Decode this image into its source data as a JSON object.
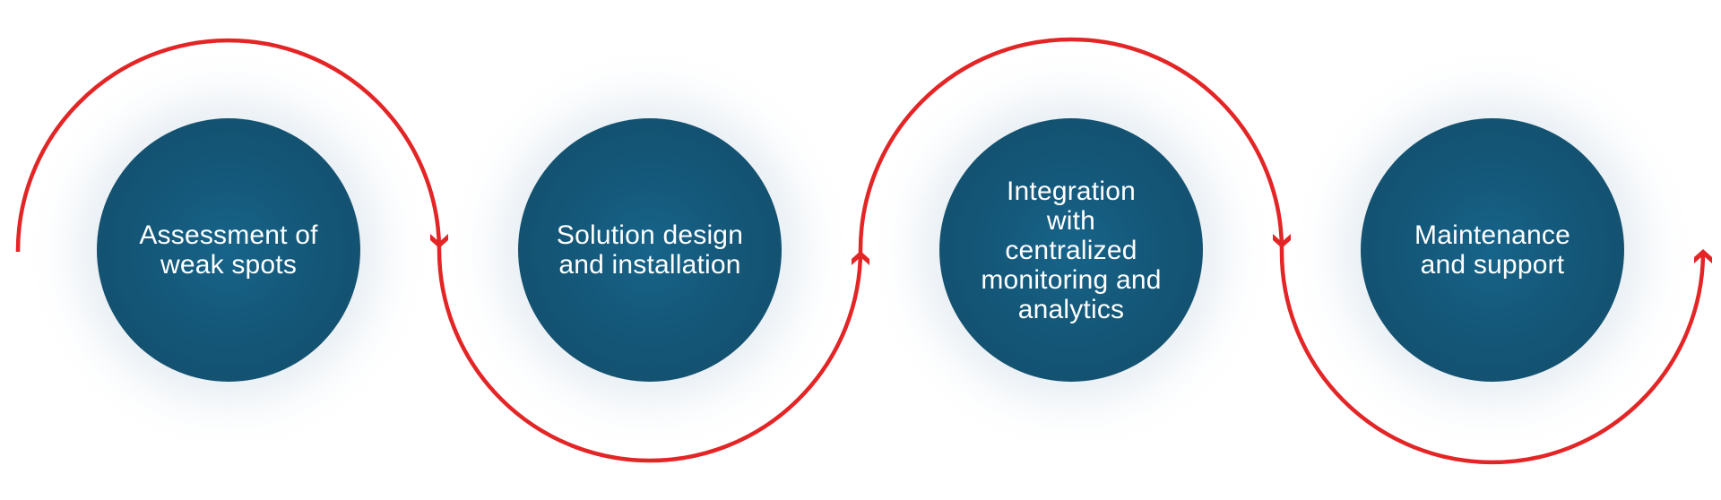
{
  "steps": [
    {
      "label": "Assessment of\nweak spots"
    },
    {
      "label": "Solution design\nand installation"
    },
    {
      "label": "Integration\nwith\ncentralized\nmonitoring and\nanalytics"
    },
    {
      "label": "Maintenance\nand support"
    }
  ],
  "colors": {
    "path": "#e32526",
    "circle": "#145778",
    "text": "#ffffff"
  }
}
